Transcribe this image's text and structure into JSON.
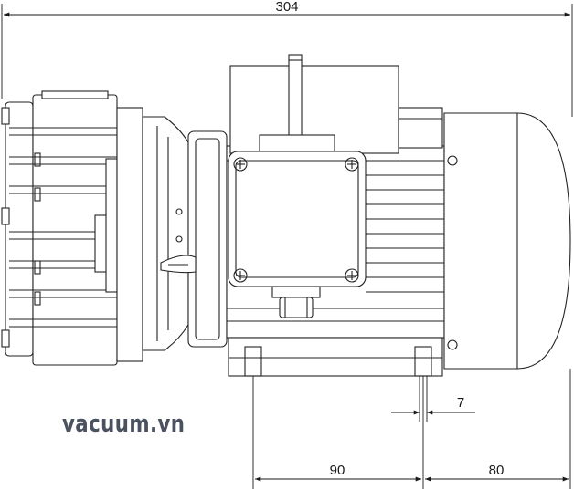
{
  "drawing": {
    "dimensions": {
      "overall_length": "304",
      "foot_slot": "7",
      "foot_spacing": "90",
      "motor_overhang": "80"
    },
    "watermark": "vacuum.vn"
  }
}
